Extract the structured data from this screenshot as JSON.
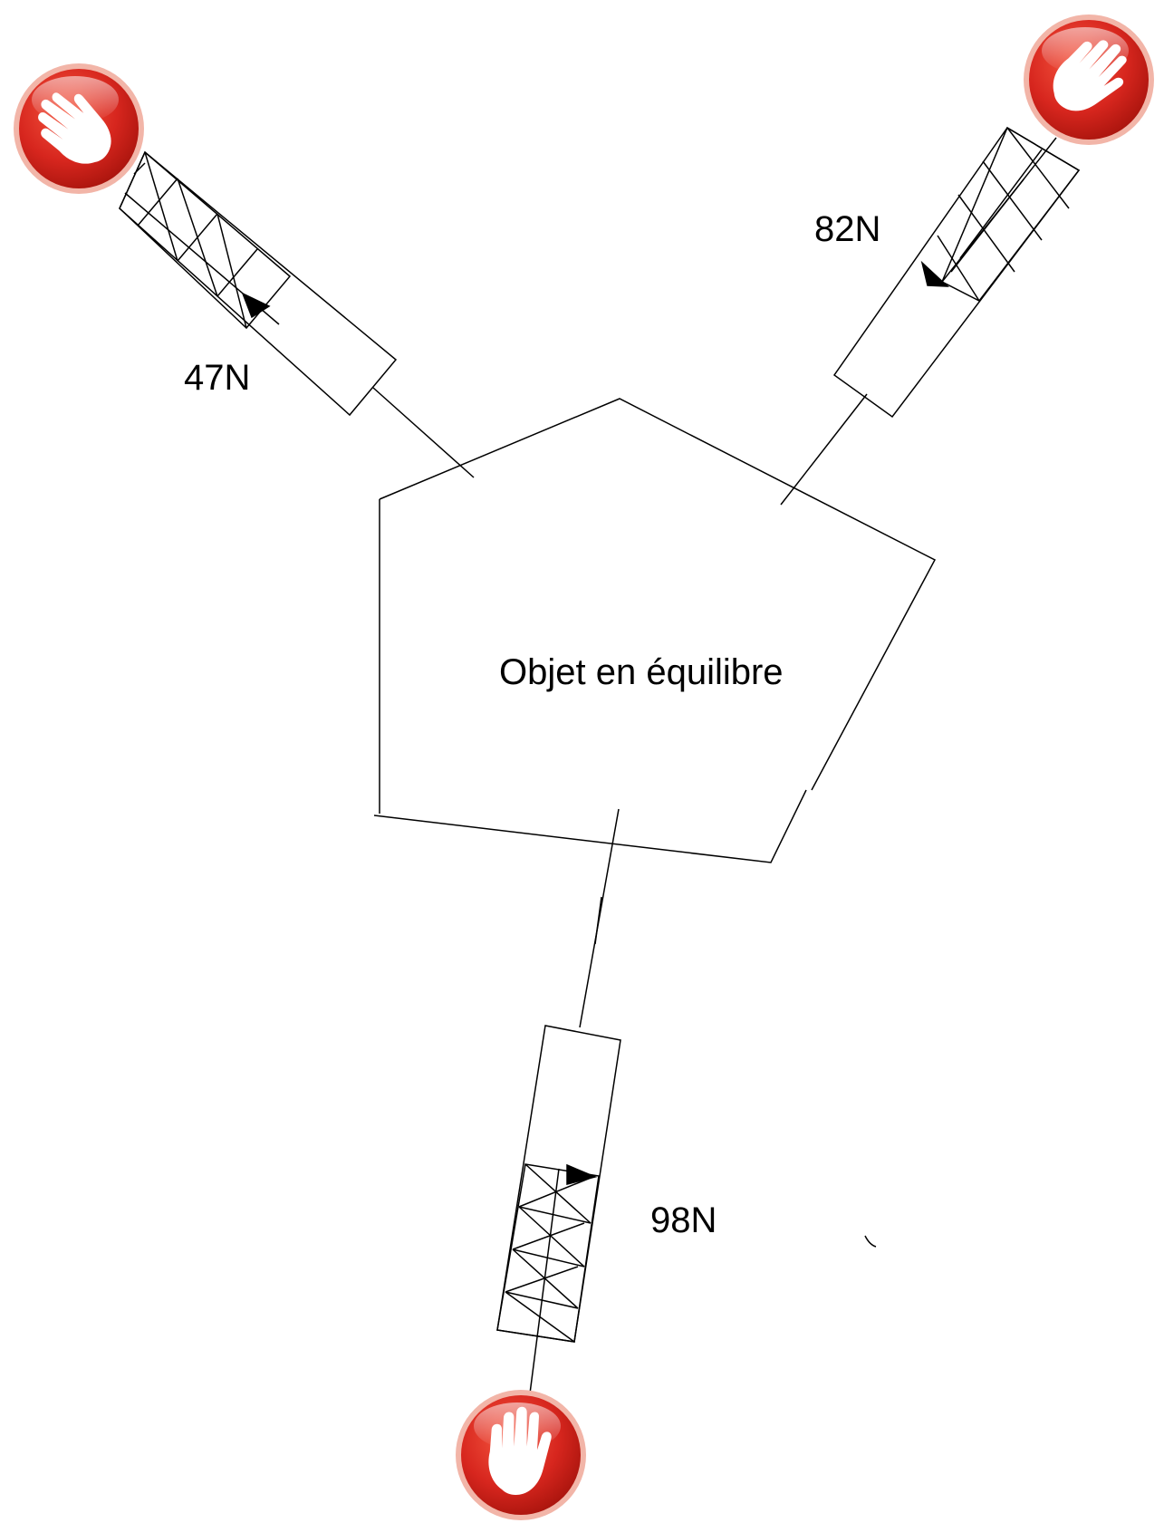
{
  "object_label": "Objet en équilibre",
  "dynamometers": [
    {
      "id": "left",
      "force_label": "47N",
      "hand_icon": "hand-stop-icon"
    },
    {
      "id": "right",
      "force_label": "82N",
      "hand_icon": "hand-stop-icon"
    },
    {
      "id": "bottom",
      "force_label": "98N",
      "hand_icon": "hand-stop-icon"
    }
  ],
  "colors": {
    "stroke": "#000000",
    "hand_badge": "#d7261e",
    "hand_badge_dark": "#a8140d",
    "hand_badge_ring": "#f2b5a8",
    "hand_glyph": "#ffffff"
  }
}
